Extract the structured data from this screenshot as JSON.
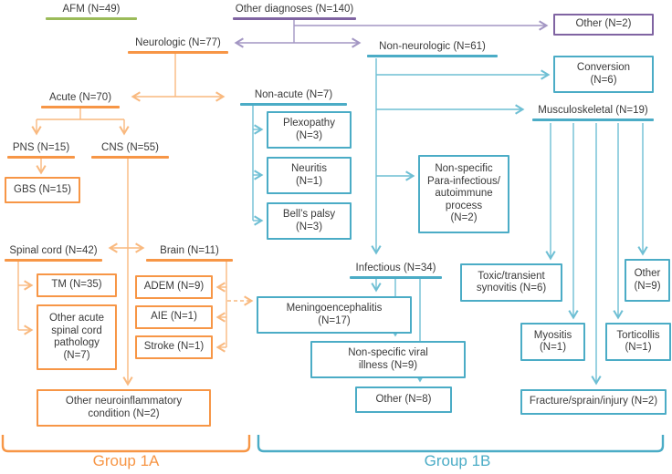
{
  "figure": {
    "type": "flowchart",
    "colors": {
      "green": "#9BBB59",
      "purple": "#8064A2",
      "orange": "#F79646",
      "teal": "#4BACC6",
      "connector_orange": "#F9B97F",
      "connector_teal": "#6EBFD4",
      "connector_purple": "#A396C3",
      "text": "#3a3a3a"
    },
    "group_labels": {
      "group_1a": "Group 1A",
      "group_1b": "Group 1B"
    }
  },
  "nodes": {
    "afm": "AFM (N=49)",
    "other_diagnoses": "Other diagnoses (N=140)",
    "other_top": "Other (N=2)",
    "neurologic": "Neurologic (N=77)",
    "non_neurologic": "Non-neurologic (N=61)",
    "conversion": "Conversion\n(N=6)",
    "musculoskeletal": "Musculoskeletal (N=19)",
    "acute": "Acute (N=70)",
    "non_acute": "Non-acute (N=7)",
    "pns": "PNS (N=15)",
    "cns": "CNS (N=55)",
    "gbs": "GBS (N=15)",
    "plexopathy": "Plexopathy\n(N=3)",
    "neuritis": "Neuritis\n(N=1)",
    "bells_palsy": "Bell’s palsy\n(N=3)",
    "nonspecific_para": "Non-specific\nPara-infectious/\nautoimmune\nprocess\n(N=2)",
    "spinal_cord": "Spinal cord (N=42)",
    "brain": "Brain (N=11)",
    "tm": "TM (N=35)",
    "other_spinal": "Other acute\nspinal cord\npathology\n(N=7)",
    "adem": "ADEM (N=9)",
    "aie": "AIE (N=1)",
    "stroke": "Stroke (N=1)",
    "other_neuroinflammatory": "Other neuroinflammatory\ncondition (N=2)",
    "infectious": "Infectious (N=34)",
    "meningoencephalitis": "Meningoencephalitis\n(N=17)",
    "nonspecific_viral": "Non-specific viral\nillness (N=9)",
    "other_infectious": "Other (N=8)",
    "toxic_synovitis": "Toxic/transient\nsynovitis (N=6)",
    "other_musculoskeletal": "Other\n(N=9)",
    "myositis": "Myositis\n(N=1)",
    "torticollis": "Torticollis\n(N=1)",
    "fracture": "Fracture/sprain/injury (N=2)"
  }
}
